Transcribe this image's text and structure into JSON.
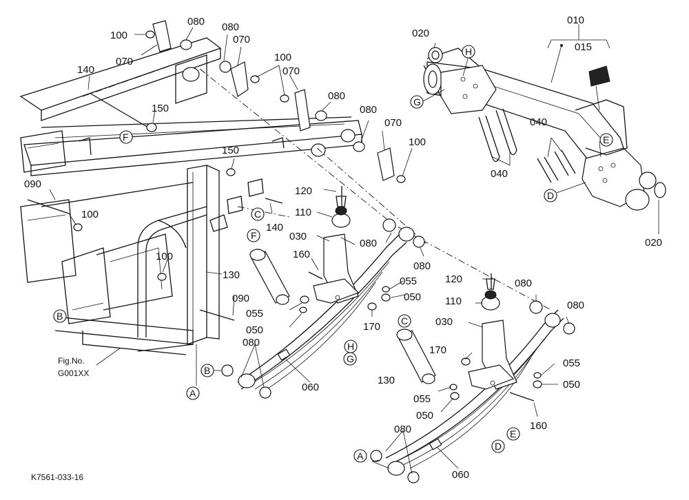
{
  "figure": {
    "reference_label": "Fig.No.",
    "reference_code": "G001XX",
    "drawing_code": "K7561-033-16"
  },
  "callouts": [
    {
      "id": "c1",
      "text": "100"
    },
    {
      "id": "c2",
      "text": "080"
    },
    {
      "id": "c3",
      "text": "080"
    },
    {
      "id": "c4",
      "text": "070"
    },
    {
      "id": "c5",
      "text": "070"
    },
    {
      "id": "c6",
      "text": "100"
    },
    {
      "id": "c7",
      "text": "070"
    },
    {
      "id": "c8",
      "text": "140"
    },
    {
      "id": "c9",
      "text": "150"
    },
    {
      "id": "c10",
      "text": "080"
    },
    {
      "id": "c11",
      "text": "080"
    },
    {
      "id": "c12",
      "text": "070"
    },
    {
      "id": "c13",
      "text": "100"
    },
    {
      "id": "c14",
      "text": "150"
    },
    {
      "id": "c15",
      "text": "090"
    },
    {
      "id": "c16",
      "text": "100"
    },
    {
      "id": "c17",
      "text": "140"
    },
    {
      "id": "c18",
      "text": "120"
    },
    {
      "id": "c19",
      "text": "110"
    },
    {
      "id": "c20",
      "text": "030"
    },
    {
      "id": "c21",
      "text": "080"
    },
    {
      "id": "c22",
      "text": "080"
    },
    {
      "id": "c23",
      "text": "160"
    },
    {
      "id": "c24",
      "text": "100"
    },
    {
      "id": "c25",
      "text": "130"
    },
    {
      "id": "c26",
      "text": "090"
    },
    {
      "id": "c27",
      "text": "055"
    },
    {
      "id": "c28",
      "text": "050"
    },
    {
      "id": "c29",
      "text": "055"
    },
    {
      "id": "c30",
      "text": "050"
    },
    {
      "id": "c31",
      "text": "170"
    },
    {
      "id": "c32",
      "text": "080"
    },
    {
      "id": "c33",
      "text": "060"
    },
    {
      "id": "c34",
      "text": "020"
    },
    {
      "id": "c35",
      "text": "010"
    },
    {
      "id": "c36",
      "text": "015"
    },
    {
      "id": "c37",
      "text": "040"
    },
    {
      "id": "c38",
      "text": "040"
    },
    {
      "id": "c39",
      "text": "020"
    },
    {
      "id": "c40",
      "text": "120"
    },
    {
      "id": "c41",
      "text": "110"
    },
    {
      "id": "c42",
      "text": "080"
    },
    {
      "id": "c43",
      "text": "080"
    },
    {
      "id": "c44",
      "text": "030"
    },
    {
      "id": "c45",
      "text": "170"
    },
    {
      "id": "c46",
      "text": "130"
    },
    {
      "id": "c47",
      "text": "055"
    },
    {
      "id": "c48",
      "text": "050"
    },
    {
      "id": "c49",
      "text": "055"
    },
    {
      "id": "c50",
      "text": "050"
    },
    {
      "id": "c51",
      "text": "160"
    },
    {
      "id": "c52",
      "text": "080"
    },
    {
      "id": "c53",
      "text": "060"
    }
  ],
  "letters": [
    {
      "id": "L1",
      "text": "F"
    },
    {
      "id": "L2",
      "text": "B"
    },
    {
      "id": "L3",
      "text": "C"
    },
    {
      "id": "L4",
      "text": "F"
    },
    {
      "id": "L5",
      "text": "H"
    },
    {
      "id": "L6",
      "text": "G"
    },
    {
      "id": "L7",
      "text": "B"
    },
    {
      "id": "L8",
      "text": "A"
    },
    {
      "id": "L9",
      "text": "G"
    },
    {
      "id": "L10",
      "text": "H"
    },
    {
      "id": "L11",
      "text": "E"
    },
    {
      "id": "L12",
      "text": "D"
    },
    {
      "id": "L13",
      "text": "C"
    },
    {
      "id": "L14",
      "text": "E"
    },
    {
      "id": "L15",
      "text": "D"
    },
    {
      "id": "L16",
      "text": "A"
    }
  ]
}
